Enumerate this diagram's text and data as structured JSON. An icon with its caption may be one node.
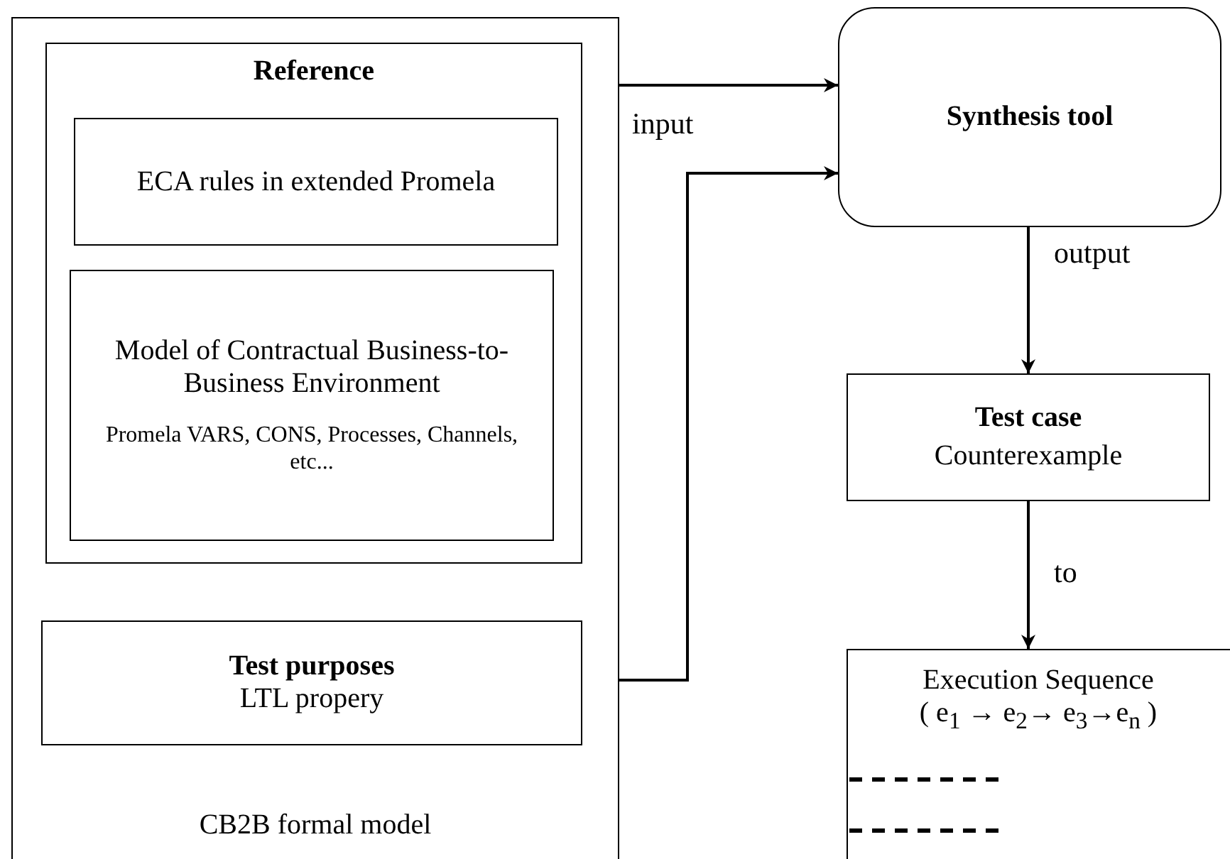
{
  "diagram": {
    "nodes": [
      {
        "text": [
          "CB2B formal model"
        ]
      },
      {
        "text": [
          "Reference"
        ],
        "in": 0
      },
      {
        "text": [
          "ECA rules in extended Promela"
        ],
        "in": 1
      },
      {
        "text": [
          "Model of Contractual Business-to-Business Environment",
          "Promela VARS, CONS, Processes, Channels, etc..."
        ],
        "in": 1
      },
      {
        "text": [
          "Test purposes",
          "LTL propery"
        ],
        "in": 0
      },
      {
        "text": [
          "Synthesis tool"
        ]
      },
      {
        "text": [
          "Test case",
          "Counterexample"
        ]
      },
      {
        "text": [
          "Execution Sequence",
          "( e$_{1}$ → e$_{2}$→ e$_{3}$→e$_{n}$ )"
        ]
      }
    ],
    "edges": [
      {
        "from": 1,
        "to": 5,
        "arrow": "to"
      },
      {
        "from": 4,
        "to": 5,
        "arrow": "to",
        "label": "input"
      },
      {
        "from": 5,
        "to": 6,
        "arrow": "to",
        "label": "output"
      },
      {
        "from": 6,
        "to": 7,
        "arrow": "to",
        "label": "to"
      }
    ]
  }
}
